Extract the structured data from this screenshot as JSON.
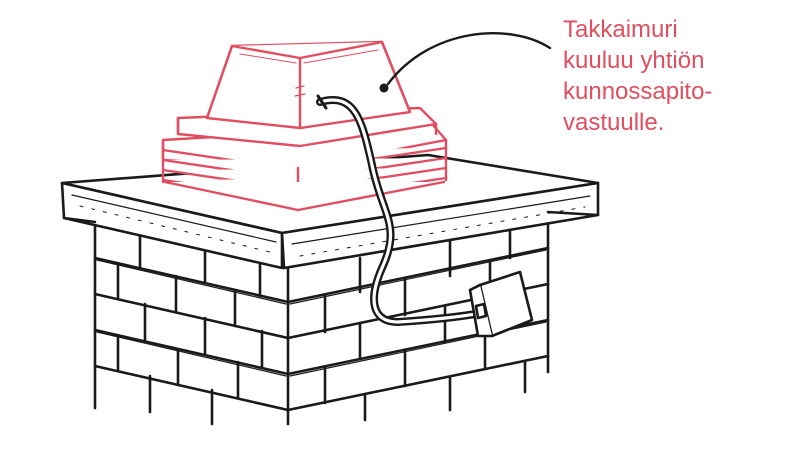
{
  "colors": {
    "accent": "#e04e5f",
    "ink": "#1a1a1a",
    "background": "#ffffff"
  },
  "annotation": {
    "lines": [
      "Takkaimuri",
      "kuuluu yhtiön",
      "kunnossapito-",
      "vastuulle."
    ]
  },
  "objects": {
    "fan": "chimney-fan",
    "chimney": "brick-chimney",
    "cable": "power-cable",
    "box": "junction-box"
  }
}
